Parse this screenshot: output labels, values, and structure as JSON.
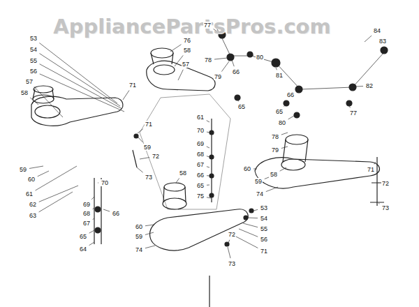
{
  "diagram": {
    "labels": [
      "AppliancePartsPros.com",
      "53",
      "54",
      "55",
      "56",
      "57",
      "58",
      "59",
      "60",
      "61",
      "62",
      "63",
      "70",
      "69",
      "68",
      "66",
      "67",
      "65",
      "64",
      "71",
      "76",
      "58",
      "57",
      "59",
      "72",
      "73",
      "71",
      "61",
      "70",
      "69",
      "68",
      "67",
      "66",
      "65",
      "75",
      "77",
      "78",
      "79",
      "66",
      "80",
      "81",
      "66",
      "65",
      "65",
      "84",
      "83",
      "82",
      "77",
      "80",
      "78",
      "79",
      "58",
      "60",
      "59",
      "74",
      "71",
      "72",
      "73",
      "53",
      "54",
      "55",
      "56",
      "71",
      "58",
      "60",
      "59",
      "74",
      "72",
      "73"
    ]
  }
}
